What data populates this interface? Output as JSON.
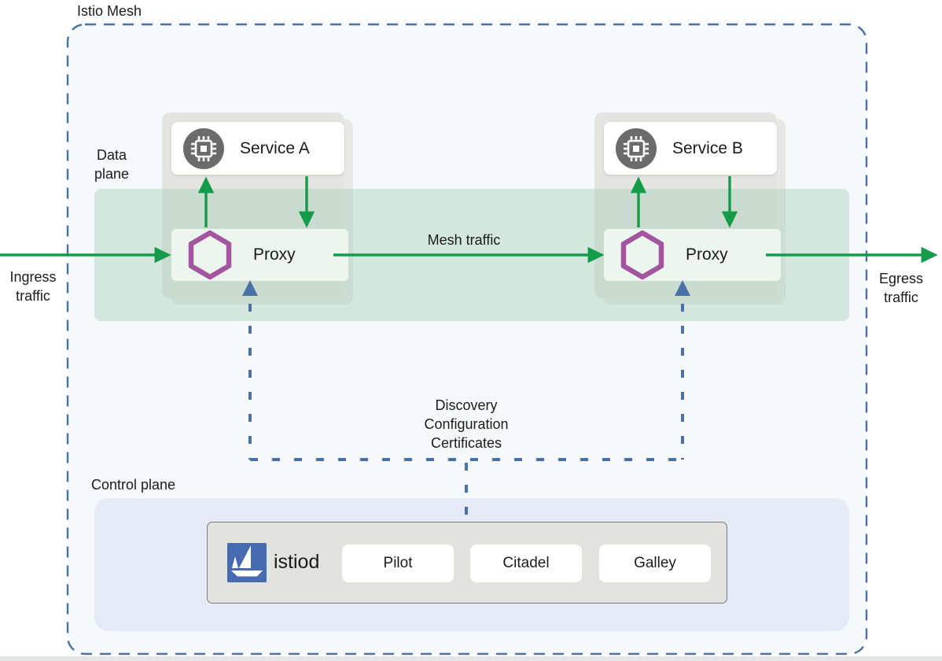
{
  "labels": {
    "mesh": "Istio Mesh",
    "data_plane": "Data plane",
    "control_plane": "Control plane",
    "ingress": "Ingress traffic",
    "egress": "Egress traffic",
    "mesh_traffic": "Mesh traffic",
    "discovery": "Discovery\nConfiguration\nCertificates"
  },
  "services": [
    {
      "name": "Service A",
      "icon": "chip-icon"
    },
    {
      "name": "Service B",
      "icon": "chip-icon"
    }
  ],
  "proxies": [
    {
      "label": "Proxy",
      "icon": "envoy-hexagon-icon"
    },
    {
      "label": "Proxy",
      "icon": "envoy-hexagon-icon"
    }
  ],
  "control_plane": {
    "istiod": "istiod",
    "logo": "istio-sailboat-logo",
    "components": [
      "Pilot",
      "Citadel",
      "Galley"
    ]
  },
  "colors": {
    "traffic_arrow_green": "#149c4b",
    "dashed_line_blue": "#4a71a8",
    "hexagon_purple": "#a455a0",
    "istio_logo_blue": "#466bb0",
    "data_plane_band_green": "#e0eee6",
    "control_plane_bg_blue": "#e5eaf6",
    "group_card_gray": "#e4e4e1",
    "service_icon_gray": "#6b6b6b"
  }
}
